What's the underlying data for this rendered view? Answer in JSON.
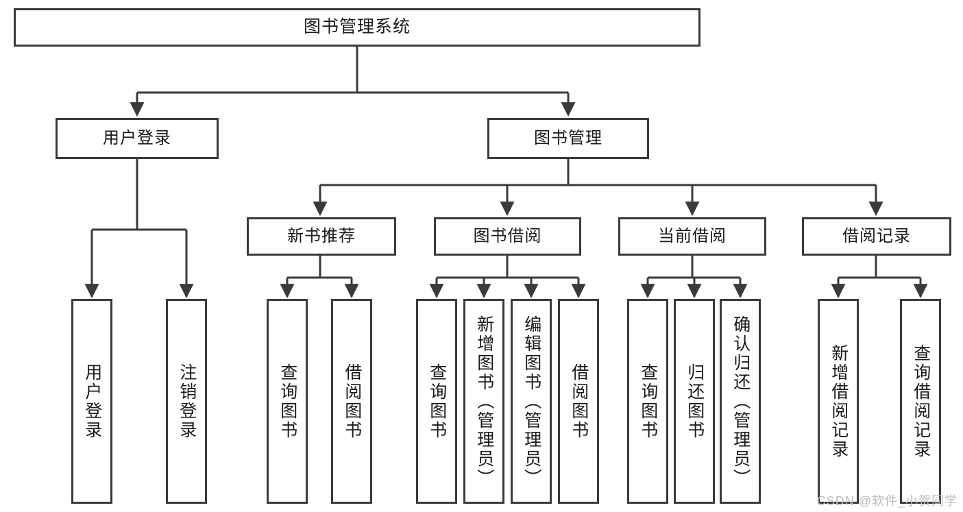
{
  "diagram": {
    "type": "tree-hierarchy",
    "title": "图书管理系统",
    "watermark": "CSDN @软件_小贺同学",
    "colors": {
      "stroke": "#3a3a3a",
      "background": "#ffffff",
      "text": "#1a1a1a",
      "watermark": "#bdbdbd"
    },
    "root": {
      "label": "图书管理系统"
    },
    "level2": [
      {
        "label": "用户登录"
      },
      {
        "label": "图书管理"
      }
    ],
    "level3": [
      {
        "label": "新书推荐"
      },
      {
        "label": "图书借阅"
      },
      {
        "label": "当前借阅"
      },
      {
        "label": "借阅记录"
      }
    ],
    "leaves": {
      "user_login": [
        {
          "label": "用户登录"
        },
        {
          "label": "注销登录"
        }
      ],
      "new_book_recommend": [
        {
          "label": "查询图书"
        },
        {
          "label": "借阅图书"
        }
      ],
      "book_borrow": [
        {
          "label": "查询图书"
        },
        {
          "label": "新增图书（管理员）"
        },
        {
          "label": "编辑图书（管理员）"
        },
        {
          "label": "借阅图书"
        }
      ],
      "current_borrow": [
        {
          "label": "查询图书"
        },
        {
          "label": "归还图书"
        },
        {
          "label": "确认归还（管理员）"
        }
      ],
      "borrow_record": [
        {
          "label": "新增借阅记录"
        },
        {
          "label": "查询借阅记录"
        }
      ]
    }
  }
}
